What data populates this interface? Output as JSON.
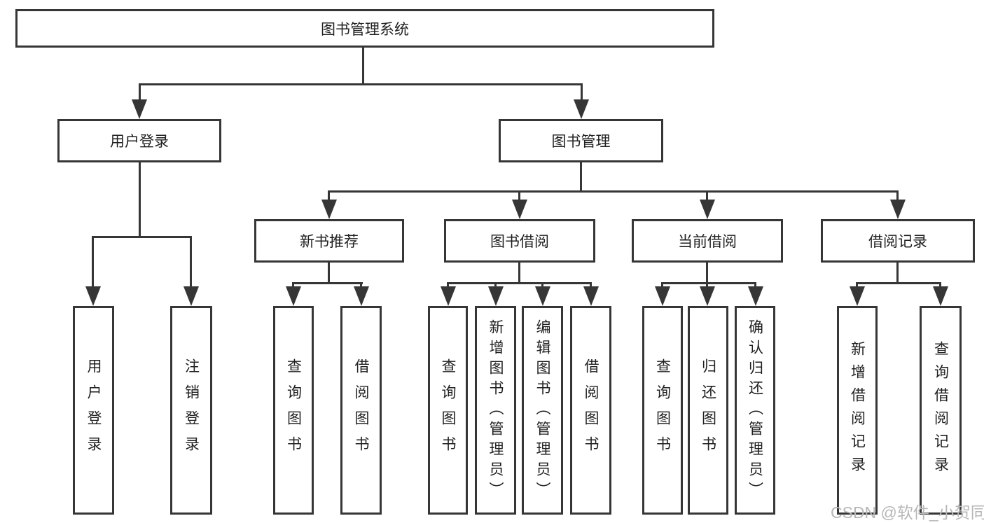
{
  "root": {
    "label": "图书管理系统"
  },
  "level2": [
    {
      "label": "用户登录"
    },
    {
      "label": "图书管理"
    }
  ],
  "level3": [
    {
      "label": "新书推荐"
    },
    {
      "label": "图书借阅"
    },
    {
      "label": "当前借阅"
    },
    {
      "label": "借阅记录"
    }
  ],
  "leaves": [
    {
      "label": "用户登录"
    },
    {
      "label": "注销登录"
    },
    {
      "label": "查询图书"
    },
    {
      "label": "借阅图书"
    },
    {
      "label": "查询图书"
    },
    {
      "label": "新增图书（管理员）"
    },
    {
      "label": "编辑图书（管理员）"
    },
    {
      "label": "借阅图书"
    },
    {
      "label": "查询图书"
    },
    {
      "label": "归还图书"
    },
    {
      "label": "确认归还（管理员）"
    },
    {
      "label": "新增借阅记录"
    },
    {
      "label": "查询借阅记录"
    }
  ],
  "watermark": "CSDN @软件_小贺同学",
  "colors": {
    "line": "#363636",
    "text": "#1f1f1f",
    "background": "#ffffff",
    "watermark": "#b7b7b7"
  }
}
